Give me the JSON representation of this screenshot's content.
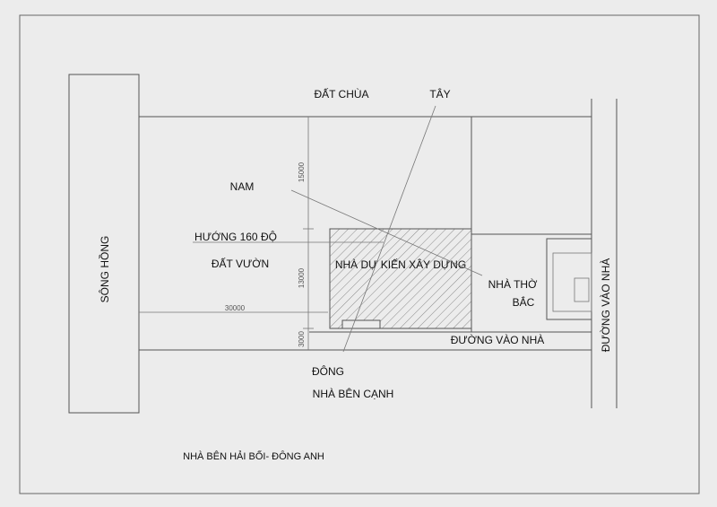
{
  "labels": {
    "dat_chua": "ĐẤT CHÙA",
    "tay": "TÂY",
    "nam": "NAM",
    "huong": "HƯỚNG 160 ĐỘ",
    "dat_vuon": "ĐẤT VƯỜN",
    "song_hong": "SÔNG HỒNG",
    "nha_du_kien": "NHÀ DỰ KIẾN XÂY DỰNG",
    "nha_tho_1": "NHÀ THỜ",
    "nha_tho_2": "BẮC",
    "duong_vao_nha_h": "ĐƯỜNG VÀO NHÀ",
    "duong_vao_nha_v": "ĐƯỜNG VÀO NHÀ",
    "dong": "ĐÔNG",
    "nha_ben_canh": "NHÀ BÊN CẠNH",
    "footer": "NHÀ BÊN HẢI BỐI- ĐÔNG ANH"
  },
  "dimensions": {
    "d15000": "15000",
    "d13000": "13000",
    "d3000": "3000",
    "d30000": "30000"
  },
  "colors": {
    "background": "#ececec",
    "line": "#555555",
    "hatch": "#8a8a8a"
  }
}
